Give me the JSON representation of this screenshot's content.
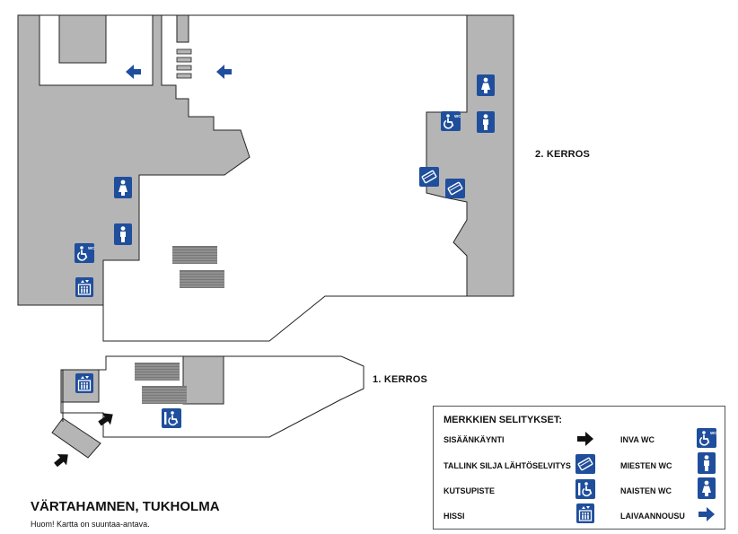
{
  "map": {
    "floors": [
      {
        "label": "2. KERROS"
      },
      {
        "label": "1. KERROS"
      }
    ],
    "colors": {
      "building": "#b5b5b5",
      "outline": "#222222",
      "icon_blue": "#1f4e9c",
      "arrow_black": "#111111",
      "stairs": "#777777"
    },
    "icons": {
      "entrance": "arrow-right-icon",
      "boarding": "blue-arrow-icon",
      "wc_accessible": "wheelchair-wc-icon",
      "wc_men": "men-wc-icon",
      "wc_women": "women-wc-icon",
      "call_point": "wheelchair-call-icon",
      "elevator": "elevator-icon",
      "check_in": "check-in-card-icon"
    }
  },
  "title": "VÄRTAHAMNEN, TUKHOLMA",
  "note": "Huom! Kartta on suuntaa-antava.",
  "legend": {
    "title": "MERKKIEN SELITYKSET:",
    "items": [
      {
        "label": "SISÄÄNKÄYNTI",
        "icon": "arrow-right-icon"
      },
      {
        "label": "TALLINK SILJA LÄHTÖSELVITYS",
        "icon": "check-in-card-icon"
      },
      {
        "label": "KUTSUPISTE",
        "icon": "wheelchair-call-icon"
      },
      {
        "label": "HISSI",
        "icon": "elevator-icon"
      },
      {
        "label": "INVA WC",
        "icon": "wheelchair-wc-icon"
      },
      {
        "label": "MIESTEN WC",
        "icon": "men-wc-icon"
      },
      {
        "label": "NAISTEN WC",
        "icon": "women-wc-icon"
      },
      {
        "label": "LAIVAANNOUSU",
        "icon": "blue-arrow-icon"
      }
    ],
    "wc_badge": "WC"
  }
}
